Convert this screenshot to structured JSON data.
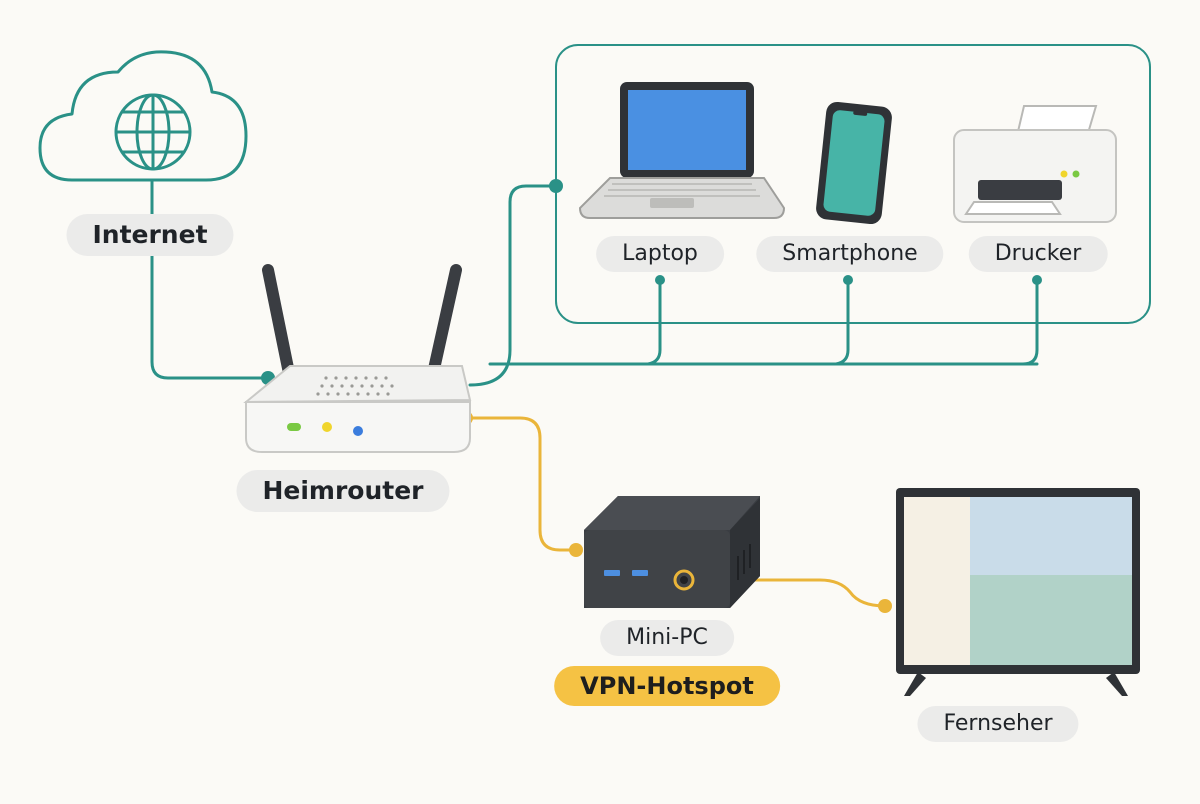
{
  "nodes": {
    "internet": {
      "label": "Internet",
      "icon": "cloud-globe-icon"
    },
    "router": {
      "label": "Heimrouter",
      "icon": "wifi-router-icon"
    },
    "laptop": {
      "label": "Laptop",
      "icon": "laptop-icon"
    },
    "smartphone": {
      "label": "Smartphone",
      "icon": "smartphone-icon"
    },
    "printer": {
      "label": "Drucker",
      "icon": "printer-icon"
    },
    "minipc": {
      "label": "Mini-PC",
      "badge": "VPN-Hotspot",
      "icon": "mini-pc-icon"
    },
    "tv": {
      "label": "Fernseher",
      "icon": "tv-icon"
    }
  },
  "colors": {
    "lan_line": "#2a9187",
    "vpn_line": "#eab53a",
    "badge": "#f5c244",
    "label_bg": "#ebebea",
    "background": "#fbfaf6"
  }
}
